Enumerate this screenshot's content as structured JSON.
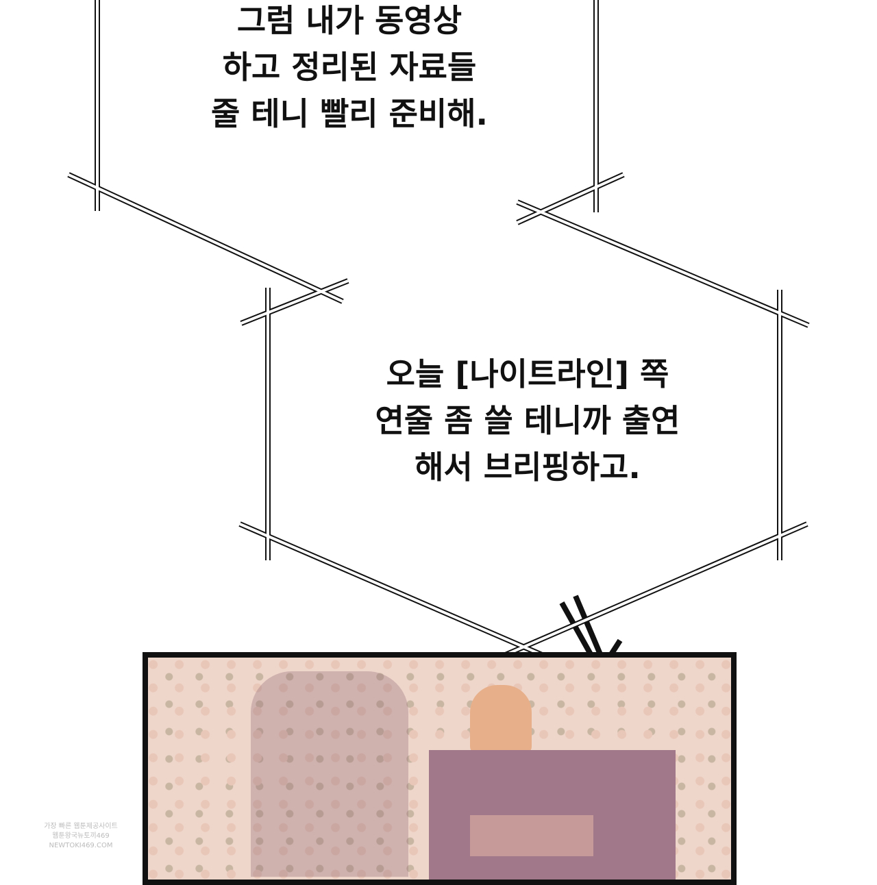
{
  "bubbles": [
    {
      "text": "그럼 내가 동영상\n하고 정리된 자료들\n줄 테니 빨리 준비해."
    },
    {
      "text": "오늘 [나이트라인] 쪽\n연줄 좀 쓸 테니까 출연\n해서 브리핑하고."
    }
  ],
  "watermark": {
    "line1": "가장 빠른 웹툰제공사이트",
    "line2": "웹툰왕국뉴토끼469",
    "line3": "NEWTOKI469.COM"
  },
  "colors": {
    "ink": "#111111",
    "panel_bg": "#efd6cb"
  }
}
